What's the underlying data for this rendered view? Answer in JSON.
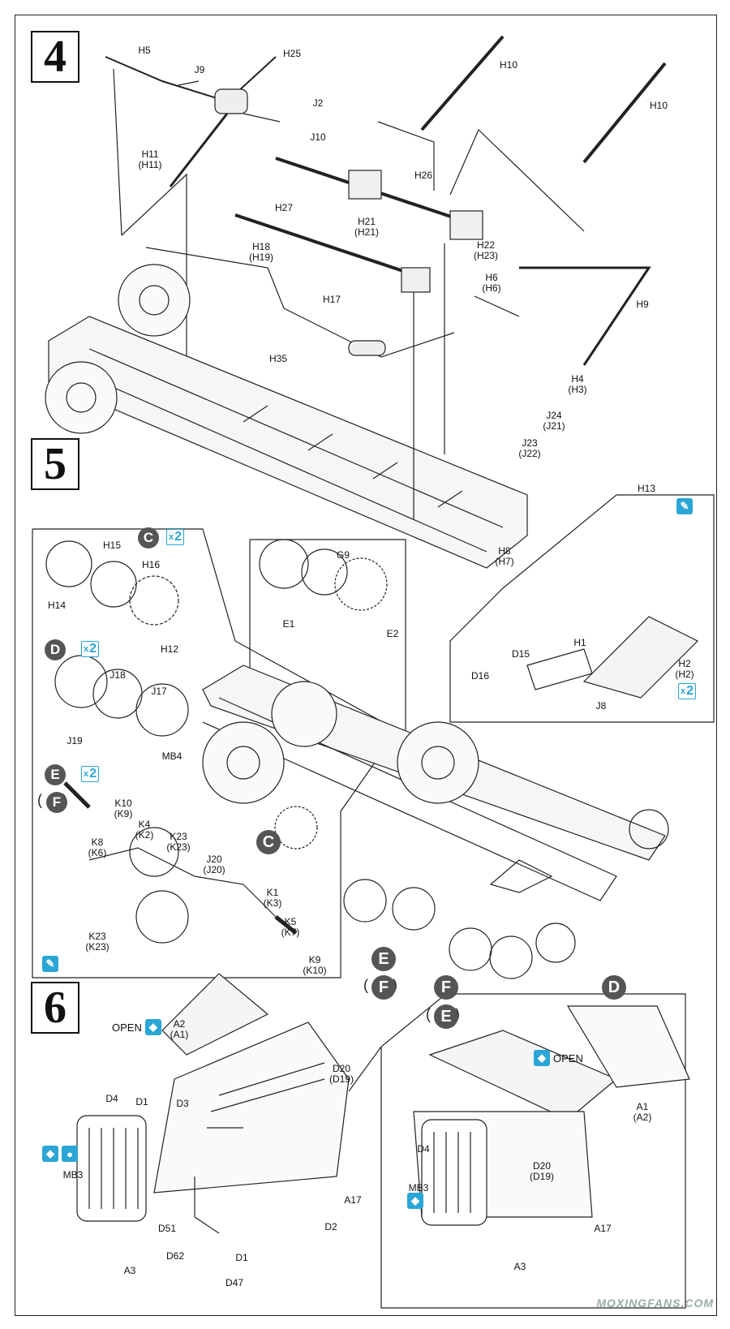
{
  "steps": {
    "s4": "4",
    "s5": "5",
    "s6": "6"
  },
  "step4": {
    "labels": {
      "H5": "H5",
      "H25": "H25",
      "J9": "J9",
      "J2": "J2",
      "J10": "J10",
      "H11": "H11",
      "H11p": "(H11)",
      "H10a": "H10",
      "H10b": "H10",
      "H26": "H26",
      "H27": "H27",
      "H21": "H21",
      "H21p": "(H21)",
      "H18": "H18",
      "H19p": "(H19)",
      "H22": "H22",
      "H23p": "(H23)",
      "H6": "H6",
      "H6p": "(H6)",
      "H17": "H17",
      "H9": "H9",
      "H35": "H35",
      "H4": "H4",
      "H3p": "(H3)",
      "J24": "J24",
      "J21p": "(J21)",
      "J23": "J23",
      "J22p": "(J22)",
      "H8": "H8",
      "H7p": "(H7)"
    }
  },
  "step5": {
    "labels": {
      "H13": "H13",
      "H1": "H1",
      "H2": "H2",
      "H2p": "(H2)",
      "D15": "D15",
      "D16": "D16",
      "J8": "J8",
      "G9": "G9",
      "E1": "E1",
      "E2": "E2",
      "H15": "H15",
      "H16": "H16",
      "H14": "H14",
      "H12": "H12",
      "J18": "J18",
      "J17": "J17",
      "J19": "J19",
      "MB4": "MB4",
      "K10": "K10",
      "K9p": "(K9)",
      "K8": "K8",
      "K6p": "(K6)",
      "K4": "K4",
      "K2p": "(K2)",
      "K23": "K23",
      "K23p": "(K23)",
      "J20": "J20",
      "J20p": "(J20)",
      "K1": "K1",
      "K3p": "(K3)",
      "K5": "K5",
      "K7p": "(K7)",
      "K23b": "K23",
      "K23bp": "(K23)",
      "K9": "K9",
      "K10p": "(K10)"
    },
    "circles": {
      "C": "C",
      "D": "D",
      "E": "E",
      "F": "F"
    },
    "multiplier": {
      "x": "x",
      "n": "2"
    }
  },
  "step6": {
    "labels": {
      "A2": "A2",
      "A1p": "(A1)",
      "D20": "D20",
      "D19p": "(D19)",
      "D4": "D4",
      "D1": "D1",
      "D3": "D3",
      "MB3": "MB3",
      "A17": "A17",
      "D2": "D2",
      "D1b": "D1",
      "D51": "D51",
      "D62": "D62",
      "A3": "A3",
      "D47": "D47",
      "A1": "A1",
      "A2p": "(A2)",
      "D4b": "D4",
      "D20b": "D20",
      "D19bp": "(D19)",
      "MB3b": "MB3",
      "A17b": "A17",
      "A3b": "A3"
    },
    "open": "OPEN"
  },
  "icon_colors": {
    "accent": "#2aa6d6",
    "circle": "#555555"
  },
  "watermark": "MOXINGFANS.COM"
}
